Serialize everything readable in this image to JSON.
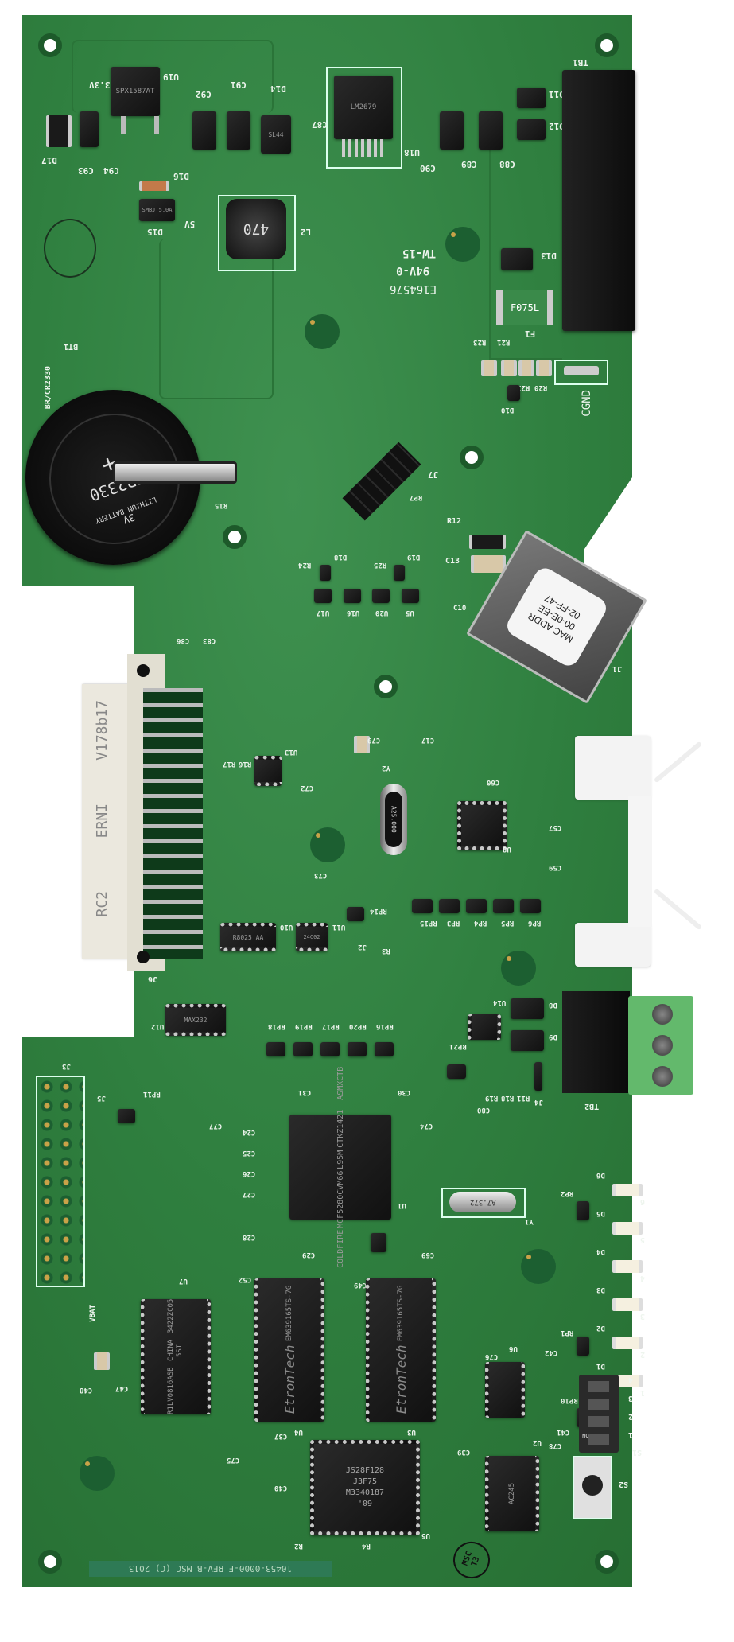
{
  "colors": {
    "board": "#2f7f3f",
    "silkscreen": "#eef5ee",
    "chip": "#151515",
    "terminal_block": "#5fb86a",
    "clip": "#f2f2f2"
  },
  "power": {
    "u19_label": "U19",
    "u19_marking": "SPX1587AT",
    "u18_label": "U18",
    "u18_marking": "LM2679",
    "l2_label": "L2",
    "l2_marking": "470",
    "d14_label": "D14",
    "d14_marking": "SL44",
    "v33": "3.3V",
    "v5": "5V",
    "d15": "D15",
    "d16": "D16",
    "d17": "D17",
    "c91": "C91",
    "c92": "C92",
    "c93": "C93",
    "c94": "C94",
    "c87": "C87",
    "c88": "C88",
    "c89": "C89",
    "c90": "C90",
    "d11": "D11",
    "d12": "D12",
    "d13": "D13",
    "smbj": "SMBJ 5.0A"
  },
  "ul": {
    "line1": "TW-15",
    "line2": "94V-0",
    "line3": "E164576"
  },
  "fuse": {
    "label": "F1",
    "marking": "F075L"
  },
  "tb1": {
    "label": "TB1"
  },
  "cgnd": {
    "label": "CGND"
  },
  "resistors_top": {
    "r20": "R20",
    "r21": "R21",
    "r22": "R22",
    "r23": "R23",
    "d10": "D10"
  },
  "battery": {
    "label": "BT1",
    "part": "BR/CR2330",
    "model": "CR2330",
    "voltage": "3V",
    "plus": "+",
    "text": "LITHIUM BATTERY"
  },
  "j7": {
    "label": "J7"
  },
  "misc_top": {
    "rp7": "RP7",
    "r12": "R12",
    "c13": "C13",
    "c10": "C10",
    "r15": "R15",
    "d18": "D18",
    "d19": "D19",
    "r24": "R24",
    "r25": "R25",
    "u17": "U17",
    "u16": "U16",
    "u20": "U20",
    "u5": "U5",
    "c86": "C86",
    "c83": "C83"
  },
  "mac": {
    "label": "J1",
    "line1": "MAC ADDR",
    "line2": "00-0E-EE",
    "line3": "02-FF-47"
  },
  "j6": {
    "label": "J6",
    "line1": "V178b17",
    "line2": "ERNI",
    "line3": "RC2"
  },
  "mid": {
    "u13": "U13",
    "r16": "R16",
    "r17": "R17",
    "c72": "C72",
    "c79": "C79",
    "y2": "Y2",
    "y2_marking": "A25.000",
    "c73": "C73",
    "rp14": "RP14",
    "u10": "U10",
    "u10_marking": "R8025 AA",
    "u11": "U11",
    "u11_marking": "24C02",
    "u8": "U8",
    "c17": "C17",
    "c60": "C60",
    "c57": "C57",
    "c59": "C59",
    "rp15": "RP15",
    "rp3": "RP3",
    "rp4": "RP4",
    "rp5": "RP5",
    "rp6": "RP6",
    "j2": "J2",
    "r3": "R3"
  },
  "u12": {
    "label": "U12",
    "marking": "MAX232"
  },
  "rp_row": [
    "RP18",
    "RP19",
    "RP17",
    "RP20",
    "RP16"
  ],
  "tb2": {
    "label": "TB2",
    "d8": "D8",
    "d9": "D9",
    "u14": "U14",
    "j4": "J4",
    "rp21": "RP21",
    "r19": "R19",
    "r18": "R18",
    "r11": "R11"
  },
  "j3": {
    "label": "J3",
    "j5": "J5",
    "rp11": "RP11"
  },
  "u1": {
    "label": "U1",
    "line1": "COLDFIRE",
    "line2": "MCF5280CVM66",
    "line3": "L95M",
    "line4": "CTKZ1421",
    "line5": "ASMXCTB"
  },
  "caps_u1": [
    "C24",
    "C25",
    "C26",
    "C27",
    "C77",
    "C31",
    "C30",
    "C74",
    "C80",
    "C28",
    "C29",
    "C69",
    "C52",
    "C49"
  ],
  "y1": {
    "label": "Y1",
    "marking": "A7.372"
  },
  "leds": {
    "labels": [
      "D1",
      "D2",
      "D3",
      "D4",
      "D5",
      "D6"
    ],
    "numbers": [
      "1",
      "2",
      "3",
      "4",
      "5",
      "6"
    ],
    "rp1": "RP1",
    "rp2": "RP2",
    "rp10": "RP10"
  },
  "u7": {
    "label": "U7",
    "line1": "R1LV0816ASB",
    "line2": "CHINA 5SI",
    "line3": "3422ZC05",
    "vbat": "VBAT",
    "c47": "C47",
    "c48": "C48"
  },
  "u4": {
    "label": "U4",
    "brand": "EtronTech",
    "line1": "EM639165TS-7G"
  },
  "u3": {
    "label": "U3",
    "brand": "EtronTech",
    "line1": "EM639165TS-7G"
  },
  "u5": {
    "label": "U5",
    "line1": "JS28F128",
    "line2": "J3F75",
    "line3": "M3340187",
    "line4": "'09"
  },
  "u6": {
    "label": "U6"
  },
  "u2": {
    "label": "U2",
    "marking": "AC245"
  },
  "s1": {
    "label": "S1",
    "on": "ON",
    "numbers": [
      "1",
      "2",
      "3",
      "4"
    ]
  },
  "s2": {
    "label": "S2"
  },
  "bottom": {
    "part_number": "10453-0000-F REV-B MSC (C) 2013",
    "stamp1": "MSC",
    "stamp2": "T3",
    "r2": "R2",
    "r4": "R4",
    "c75": "C75",
    "c37": "C37",
    "c40": "C40",
    "c39": "C39",
    "c42": "C42",
    "c41": "C41",
    "c78": "C78",
    "c76": "C76"
  }
}
